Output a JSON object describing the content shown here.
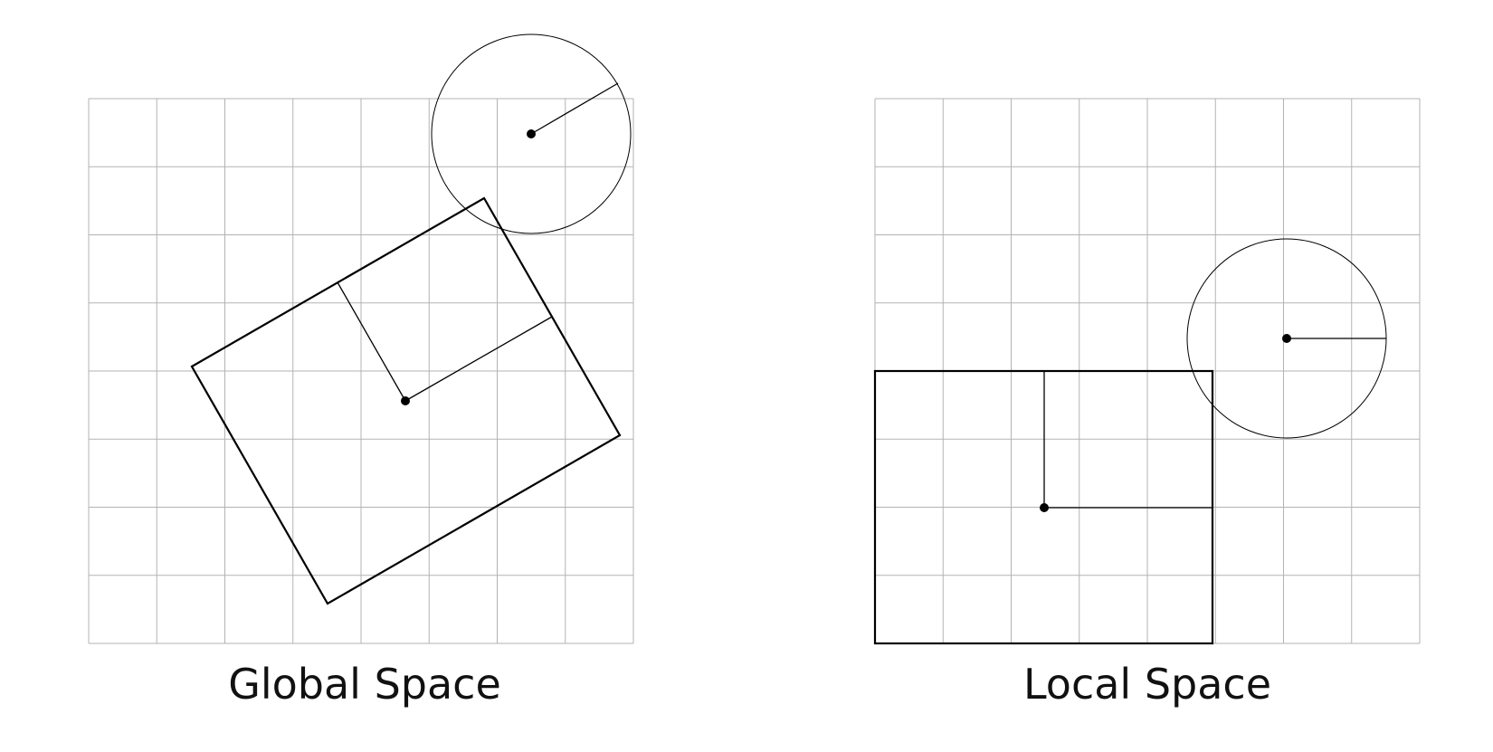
{
  "panels": {
    "global": {
      "caption": "Global Space",
      "grid_cells": 8
    },
    "local": {
      "caption": "Local Space",
      "grid_cells": 8
    }
  },
  "colors": {
    "grid": "#b3b3b3",
    "shape": "#000000",
    "background": "#ffffff"
  }
}
